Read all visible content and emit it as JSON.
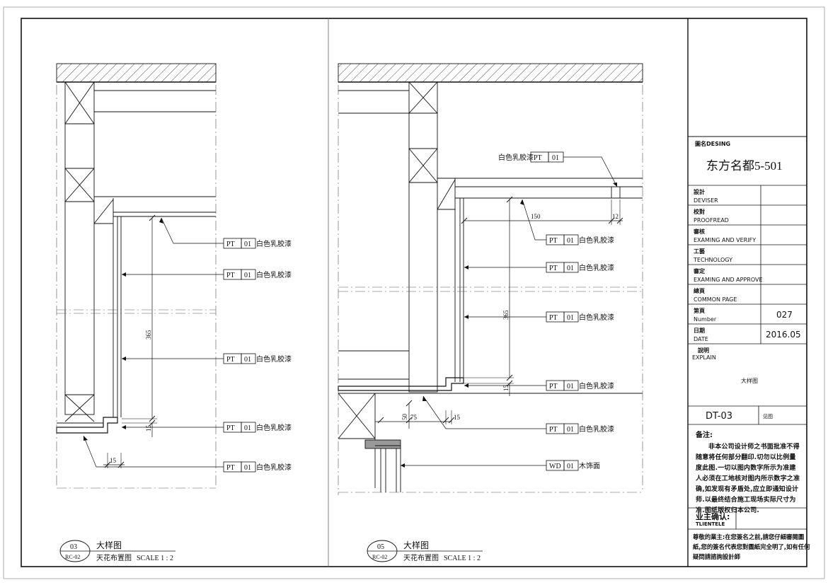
{
  "title_block": {
    "drawing_name_label": "圖名DESING",
    "project_name": "东方名都5-501",
    "rows": [
      {
        "zh": "設計",
        "en": "DEVISER",
        "value": ""
      },
      {
        "zh": "校對",
        "en": "PROOFREAD",
        "value": ""
      },
      {
        "zh": "審核",
        "en": "EXAMING AND VERIFY",
        "value": ""
      },
      {
        "zh": "工藝",
        "en": "TECHNOLOGY",
        "value": ""
      },
      {
        "zh": "審定",
        "en": "EXAMING AND APPROVE",
        "value": ""
      },
      {
        "zh": "總頁",
        "en": "COMMON PAGE",
        "value": ""
      },
      {
        "zh": "第頁",
        "en": "Number",
        "value": "027"
      },
      {
        "zh": "日期",
        "en": "DATE",
        "value": "2016.05"
      }
    ],
    "explain_zh": "說明",
    "explain_en": "EXPLAIN",
    "explain_value": "大样图",
    "drawing_no": "DT-03",
    "drawing_no_suffix": "见图",
    "notes_title": "备注:",
    "notes_body": "非本公司设计师之书面批准不得随意将任何部分翻印.切勿以比例量度此图.一切以图内数字所示为准建人必须在工地核对图内所示数字之准确,如发现有矛盾处,应立即通知设计师.以最终结合施工现场实际尺寸为准.图纸版权归本公司.",
    "owner_confirm_zh": "业主确认:",
    "owner_confirm_en": "TLIENTELE",
    "owner_notice": "尊敬的業主:在您簽名之前,請您仔細審閱圖紙,您的簽名代表您對圖紙完全明了,如有任何疑問請諮詢設計師"
  },
  "details": [
    {
      "number": "03",
      "ref": "RC-02",
      "title": "大样图",
      "subtitle": "天花布置图",
      "scale": "SCALE 1 : 2",
      "callouts": [
        {
          "code": "PT",
          "num": "01",
          "text": "白色乳胶漆"
        },
        {
          "code": "PT",
          "num": "01",
          "text": "白色乳胶漆"
        },
        {
          "code": "PT",
          "num": "01",
          "text": "白色乳胶漆"
        },
        {
          "code": "PT",
          "num": "01",
          "text": "白色乳胶漆"
        },
        {
          "code": "PT",
          "num": "01",
          "text": "白色乳胶漆"
        }
      ],
      "dimensions": [
        "365",
        "15",
        "15"
      ]
    },
    {
      "number": "05",
      "ref": "RC-02",
      "title": "大样图",
      "subtitle": "天花布置图",
      "scale": "SCALE 1 : 2",
      "top_callout": {
        "text": "白色乳胶漆",
        "code": "PT",
        "num": "01"
      },
      "callouts": [
        {
          "code": "PT",
          "num": "01",
          "text": "白色乳胶漆"
        },
        {
          "code": "PT",
          "num": "01",
          "text": "白色乳胶漆"
        },
        {
          "code": "PT",
          "num": "01",
          "text": "白色乳胶漆"
        },
        {
          "code": "PT",
          "num": "01",
          "text": "白色乳胶漆"
        },
        {
          "code": "PT",
          "num": "01",
          "text": "白色乳胶漆"
        },
        {
          "code": "WD",
          "num": "01",
          "text": "木饰面"
        }
      ],
      "dimensions": [
        "150",
        "12",
        "365",
        "15",
        "50",
        "75",
        "15"
      ]
    }
  ]
}
